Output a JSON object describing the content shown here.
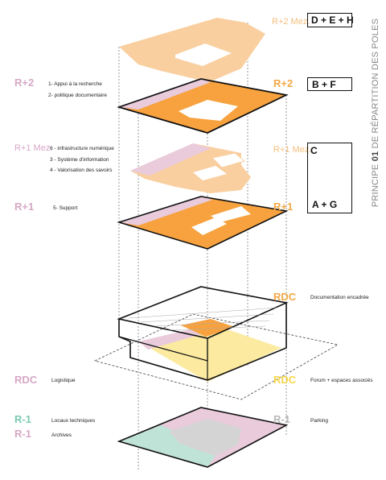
{
  "title": {
    "prefix": "PRINCIPE",
    "number": "01",
    "suffix": "DE RÉPARTITION DES POLES"
  },
  "levels": {
    "r2mez": {
      "label": "R+2 Mez.",
      "box": "D + E + H"
    },
    "r2": {
      "left": "R+2",
      "right": "R+2",
      "box": "B + F",
      "notes": [
        "1- Appui à la recherche",
        "2- politique documentaire"
      ]
    },
    "r1mez": {
      "left": "R+1 Mez.",
      "right": "R+1 Mez.",
      "box": "C",
      "notes": [
        "6 - infrastructure numérique",
        "3 - Système d'information",
        "4 - Valorisation des savoirs"
      ]
    },
    "r1": {
      "left": "R+1",
      "right": "R+1",
      "box": "A + G",
      "notes": [
        "5- Support"
      ]
    },
    "rdc": {
      "upper_label": "RDC",
      "upper_note": "Documentation encadrée",
      "left": "RDC",
      "left_note": "Logistique",
      "right": "RDC",
      "right_note": "Forum + espaces associés"
    },
    "r_1": {
      "left_a": "R-1",
      "note_a": "Locaux techniques",
      "left_b": "R-1",
      "note_b": "Archives",
      "right": "R-1",
      "right_note": "Parking"
    }
  },
  "colors": {
    "orange": "#f7a23f",
    "light_orange": "#f9cfa0",
    "pink": "#e9cbdc",
    "yellow": "#fbeaa0",
    "teal": "#bfe3d6",
    "grey": "#d4d4d4",
    "line": "#111111"
  }
}
